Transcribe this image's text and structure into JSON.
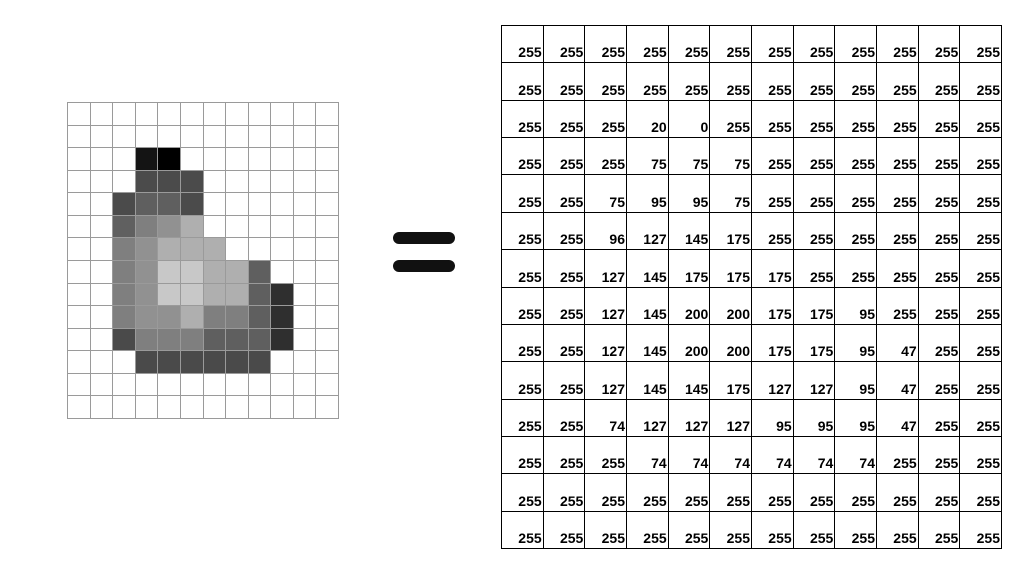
{
  "equals_sign": "=",
  "values": [
    [
      "255",
      "255",
      "255",
      "255",
      "255",
      "255",
      "255",
      "255",
      "255",
      "255",
      "255",
      "255"
    ],
    [
      "255",
      "255",
      "255",
      "255",
      "255",
      "255",
      "255",
      "255",
      "255",
      "255",
      "255",
      "255"
    ],
    [
      "255",
      "255",
      "255",
      "20",
      "0",
      "255",
      "255",
      "255",
      "255",
      "255",
      "255",
      "255"
    ],
    [
      "255",
      "255",
      "255",
      "75",
      "75",
      "75",
      "255",
      "255",
      "255",
      "255",
      "255",
      "255"
    ],
    [
      "255",
      "255",
      "75",
      "95",
      "95",
      "75",
      "255",
      "255",
      "255",
      "255",
      "255",
      "255"
    ],
    [
      "255",
      "255",
      "96",
      "127",
      "145",
      "175",
      "255",
      "255",
      "255",
      "255",
      "255",
      "255"
    ],
    [
      "255",
      "255",
      "127",
      "145",
      "175",
      "175",
      "175",
      "255",
      "255",
      "255",
      "255",
      "255"
    ],
    [
      "255",
      "255",
      "127",
      "145",
      "200",
      "200",
      "175",
      "175",
      "95",
      "255",
      "255",
      "255"
    ],
    [
      "255",
      "255",
      "127",
      "145",
      "200",
      "200",
      "175",
      "175",
      "95",
      "47",
      "255",
      "255"
    ],
    [
      "255",
      "255",
      "127",
      "145",
      "145",
      "175",
      "127",
      "127",
      "95",
      "47",
      "255",
      "255"
    ],
    [
      "255",
      "255",
      "74",
      "127",
      "127",
      "127",
      "95",
      "95",
      "95",
      "47",
      "255",
      "255"
    ],
    [
      "255",
      "255",
      "255",
      "74",
      "74",
      "74",
      "74",
      "74",
      "74",
      "255",
      "255",
      "255"
    ],
    [
      "255",
      "255",
      "255",
      "255",
      "255",
      "255",
      "255",
      "255",
      "255",
      "255",
      "255",
      "255"
    ],
    [
      "255",
      "255",
      "255",
      "255",
      "255",
      "255",
      "255",
      "255",
      "255",
      "255",
      "255",
      "255"
    ]
  ]
}
